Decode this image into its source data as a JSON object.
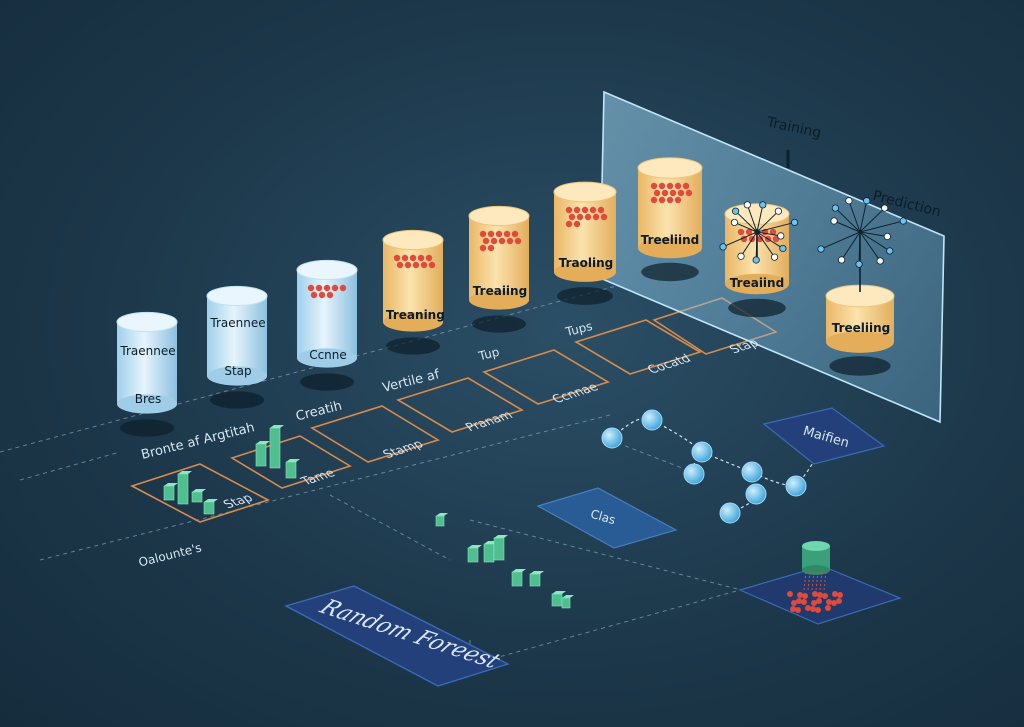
{
  "colors": {
    "background": "#1f3a4d",
    "glass_cylinder": "#cfe8f6",
    "training_cylinder": "#f6d48e",
    "dot_red": "#e04a3a",
    "node_blue": "#6cc3ef",
    "bar_green": "#4fbf8f",
    "orange_outline": "#d98b4a",
    "panel_navy": "#23407a"
  },
  "cylinders": [
    {
      "top_label": "Traennee",
      "bottom_label": "Bres",
      "style": "glass"
    },
    {
      "top_label": "Traennee",
      "bottom_label": "Stap",
      "style": "glass"
    },
    {
      "top_label": "",
      "bottom_label": "Ccnne",
      "style": "glass"
    },
    {
      "top_label": "",
      "bottom_label": "Treaning",
      "style": "training"
    },
    {
      "top_label": "",
      "bottom_label": "Treaiing",
      "style": "training"
    },
    {
      "top_label": "",
      "bottom_label": "Traoling",
      "style": "training"
    },
    {
      "top_label": "",
      "bottom_label": "Treeliind",
      "style": "training"
    },
    {
      "top_label": "",
      "bottom_label": "Treaiind",
      "style": "training"
    },
    {
      "top_label": "",
      "bottom_label": "Treeliing",
      "style": "training"
    }
  ],
  "glass_panel": {
    "training_label": "Training",
    "prediction_label": "Prediction"
  },
  "flow_labels": {
    "branch": "Bronte af Argtitah",
    "creatih": "Creatih",
    "vertile": "Vertile af",
    "tup": "Tup",
    "tups": "Tups",
    "outcomes": "Oalounte's"
  },
  "step_boxes": [
    {
      "label": "Stap"
    },
    {
      "label": "Tame"
    },
    {
      "label": "Stamp"
    },
    {
      "label": "Pranam"
    },
    {
      "label": "Ccnnae"
    },
    {
      "label": "Cocatd"
    },
    {
      "label": "Stap"
    }
  ],
  "blue_panels": {
    "modifier": "Maifien",
    "class": "Clas",
    "random_forest": "Random Foreest"
  }
}
